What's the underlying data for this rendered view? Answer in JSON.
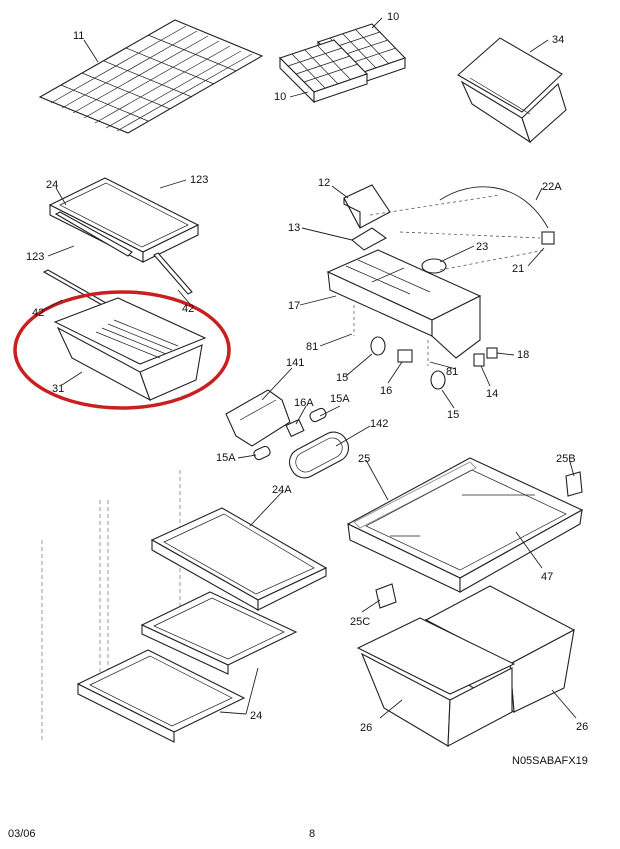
{
  "diagram_code": "N05SABAFX19",
  "footer": {
    "date": "03/06",
    "page": "8"
  },
  "highlight_color": "#c8201e",
  "part_labels": {
    "p11": "11",
    "p10a": "10",
    "p10b": "10",
    "p34": "34",
    "p24a": "24",
    "p123a": "123",
    "p123b": "123",
    "p42a": "42",
    "p42b": "42",
    "p31": "31",
    "p12": "12",
    "p13": "13",
    "p22A": "22A",
    "p23": "23",
    "p21": "21",
    "p17": "17",
    "p81a": "81",
    "p81b": "81",
    "p141": "141",
    "p15a": "15",
    "p15b": "15",
    "p16": "16",
    "p18": "18",
    "p14": "14",
    "p16A": "16A",
    "p15Aa": "15A",
    "p15Ab": "15A",
    "p142": "142",
    "p25": "25",
    "p25B": "25B",
    "p24A": "24A",
    "p47": "47",
    "p25C": "25C",
    "p26a": "26",
    "p26b": "26",
    "p24b": "24"
  }
}
